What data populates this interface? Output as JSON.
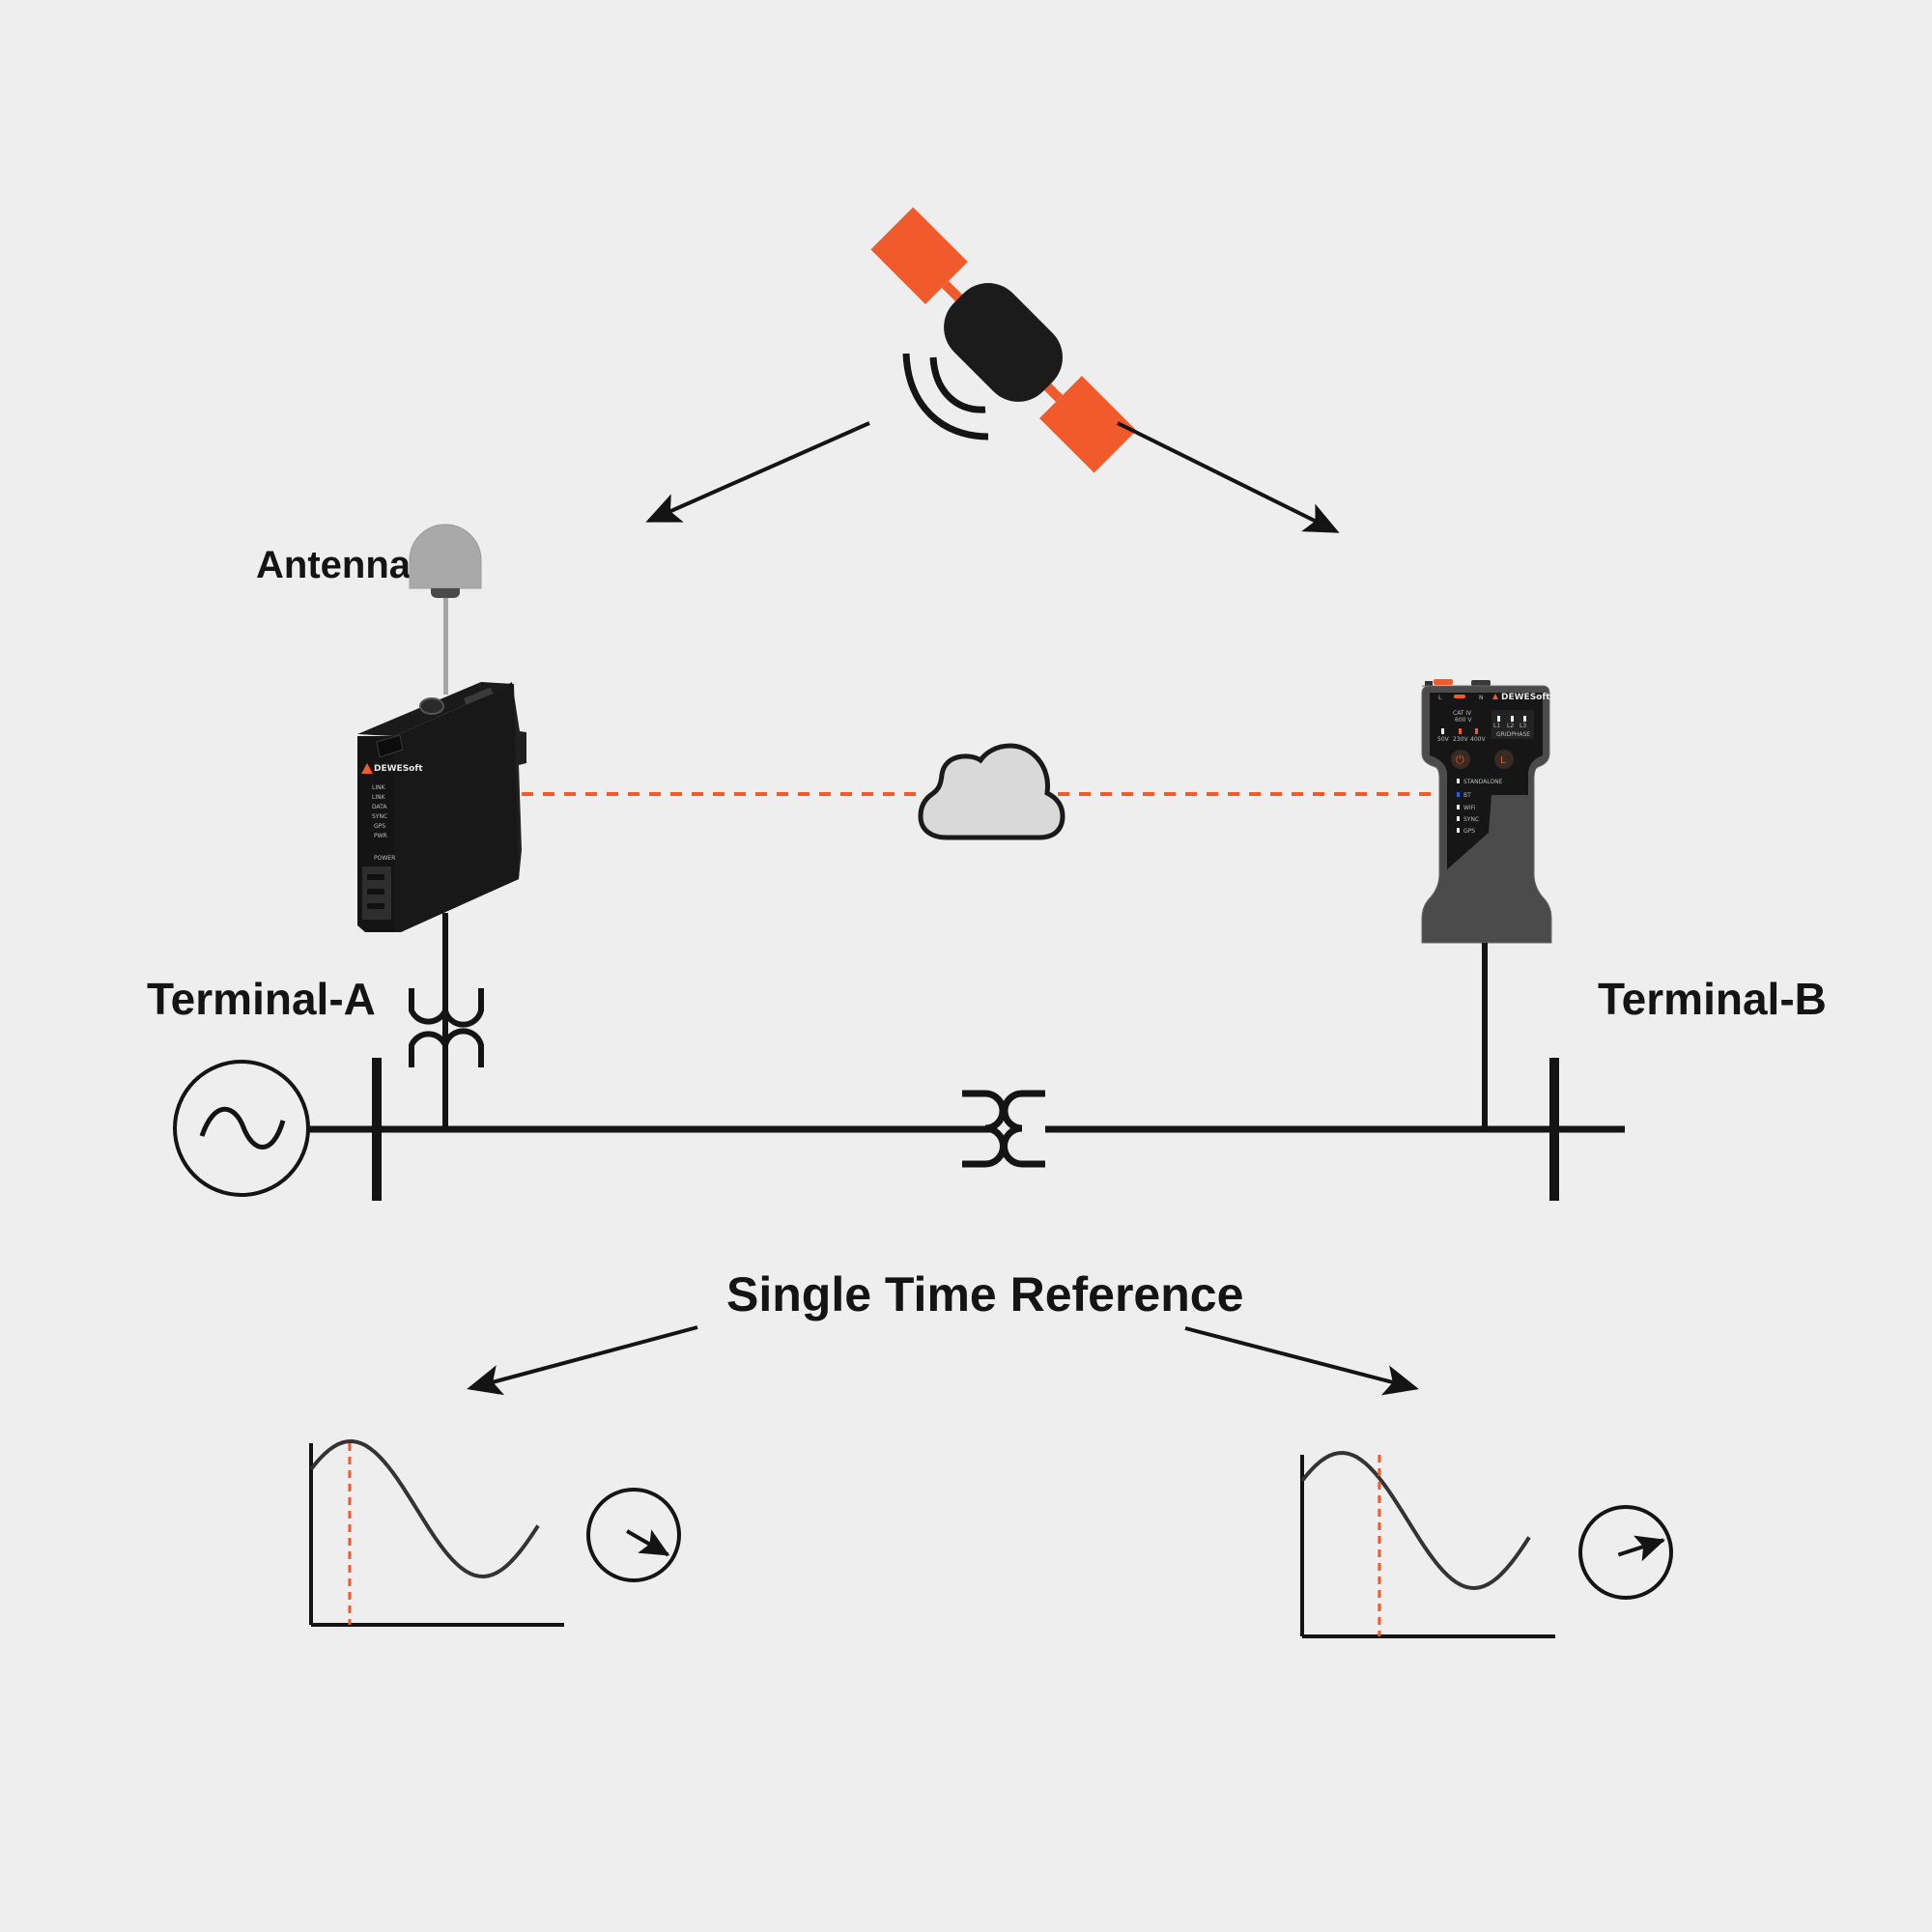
{
  "labels": {
    "antenna": "Antenna",
    "terminal_a": "Terminal-A",
    "terminal_b": "Terminal-B",
    "time_reference": "Single Time Reference"
  },
  "device_a": {
    "brand": "DEWESoft",
    "leds": [
      "LINK",
      "LINK",
      "DATA",
      "SYNC",
      "GPS",
      "PWR"
    ],
    "power_label": "POWER"
  },
  "device_b": {
    "brand": "DEWESoft",
    "top_labels": [
      "L",
      "N"
    ],
    "cat_label": "CAT IV",
    "voltage_label": "600 V",
    "range_labels": [
      "50V",
      "230V",
      "400V"
    ],
    "phase_labels": [
      "L1",
      "L2",
      "L3"
    ],
    "phase_caption": "GRIDPHASE",
    "status_labels": [
      "STANDALONE",
      "BT",
      "WiFi",
      "SYNC",
      "GPS"
    ]
  },
  "colors": {
    "accent": "#f15a2b",
    "ink": "#141414",
    "background": "#eeeeee",
    "cloud_fill": "#d9d9d9",
    "antenna_fill": "#a9a9a9",
    "device_dark": "#161616",
    "device_grey": "#4a4b4a"
  },
  "icons": {
    "satellite": "satellite-icon",
    "cloud": "cloud-icon",
    "generator": "ac-generator-icon",
    "transformer": "transformer-icon",
    "antenna": "gps-antenna-icon",
    "phasor_a": "phasor-dial-icon",
    "phasor_b": "phasor-dial-icon"
  },
  "waveforms": [
    {
      "name": "terminal-a-waveform",
      "marker_phase_fraction": 0.17,
      "phasor_angle_deg": -30
    },
    {
      "name": "terminal-b-waveform",
      "marker_phase_fraction": 0.34,
      "phasor_angle_deg": 18
    }
  ]
}
